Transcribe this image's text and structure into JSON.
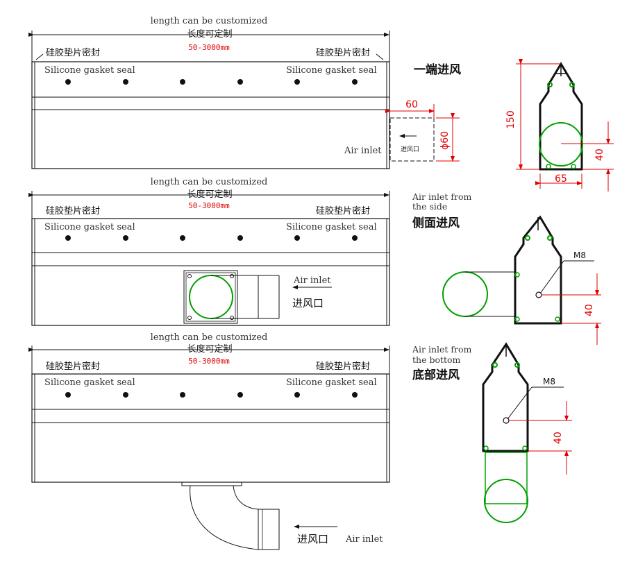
{
  "colors": {
    "dimension": "#e00000",
    "duct": "#00a000",
    "outline": "#111111"
  },
  "labels": {
    "length_en": "length can be customized",
    "length_cn": "长度可定制",
    "length_range": "50-3000mm",
    "gasket_cn": "硅胶垫片密封",
    "gasket_en": "Silicone gasket seal",
    "air_inlet_en": "Air inlet",
    "air_inlet_cn": "进风口",
    "end_inlet_cn": "一端进风",
    "side_inlet_en": "Air inlet from the side",
    "side_inlet_cn": "侧面进风",
    "bottom_inlet_en": "Air inlet from the bottom",
    "bottom_inlet_cn": "底部进风",
    "m8": "M8"
  },
  "dimensions": {
    "d60": "60",
    "phi60": "ϕ60",
    "d150": "150",
    "d40": "40",
    "d65": "65"
  },
  "hole_count": 6
}
